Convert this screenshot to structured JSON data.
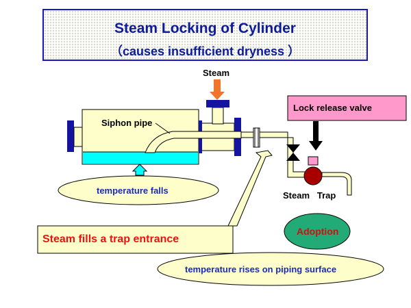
{
  "title": {
    "line1": "Steam Locking of Cylinder",
    "line2": "（causes insufficient dryness ）"
  },
  "labels": {
    "steam_inlet": "Steam",
    "siphon_pipe": "Siphon pipe",
    "lock_release_valve": "Lock release valve",
    "steam_trap": "Steam   Trap",
    "temperature_falls": "temperature falls",
    "steam_fills_trap": "Steam fills a trap entrance",
    "temperature_rises": "temperature rises on piping surface",
    "adoption": "Adoption"
  },
  "colors": {
    "title_text": "#0d1b9a",
    "title_border": "#1616c8",
    "cylinder_fill": "#fefecb",
    "water": "#00ffff",
    "flange": "#1414a0",
    "steam_arrow": "#f0752a",
    "lock_valve_box": "#ff99cc",
    "trap": "#a80000",
    "callout_fill": "#fefecb",
    "callout_text_blue": "#1b2bb5",
    "callout_text_red": "#ee1111",
    "adoption_fill": "#22aa77"
  }
}
